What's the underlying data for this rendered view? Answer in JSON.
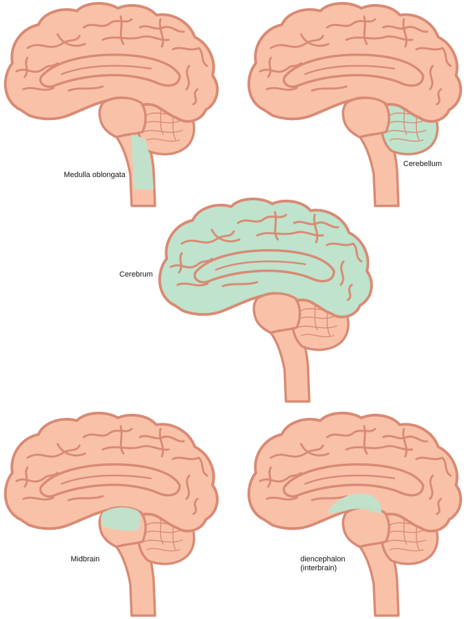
{
  "colors": {
    "outline": "#d98a74",
    "fill": "#f9c2a8",
    "highlight": "#bfe3cc",
    "background": "#ffffff"
  },
  "panels": [
    {
      "id": "medulla",
      "label": "Medulla oblongata",
      "highlight": "medulla"
    },
    {
      "id": "cerebellum",
      "label": "Cerebellum",
      "highlight": "cerebellum"
    },
    {
      "id": "cerebrum",
      "label": "Cerebrum",
      "highlight": "cerebrum"
    },
    {
      "id": "midbrain",
      "label": "Midbrain",
      "highlight": "midbrain"
    },
    {
      "id": "diencephalon",
      "label": "diencephalon\n(interbrain)",
      "highlight": "diencephalon"
    }
  ]
}
